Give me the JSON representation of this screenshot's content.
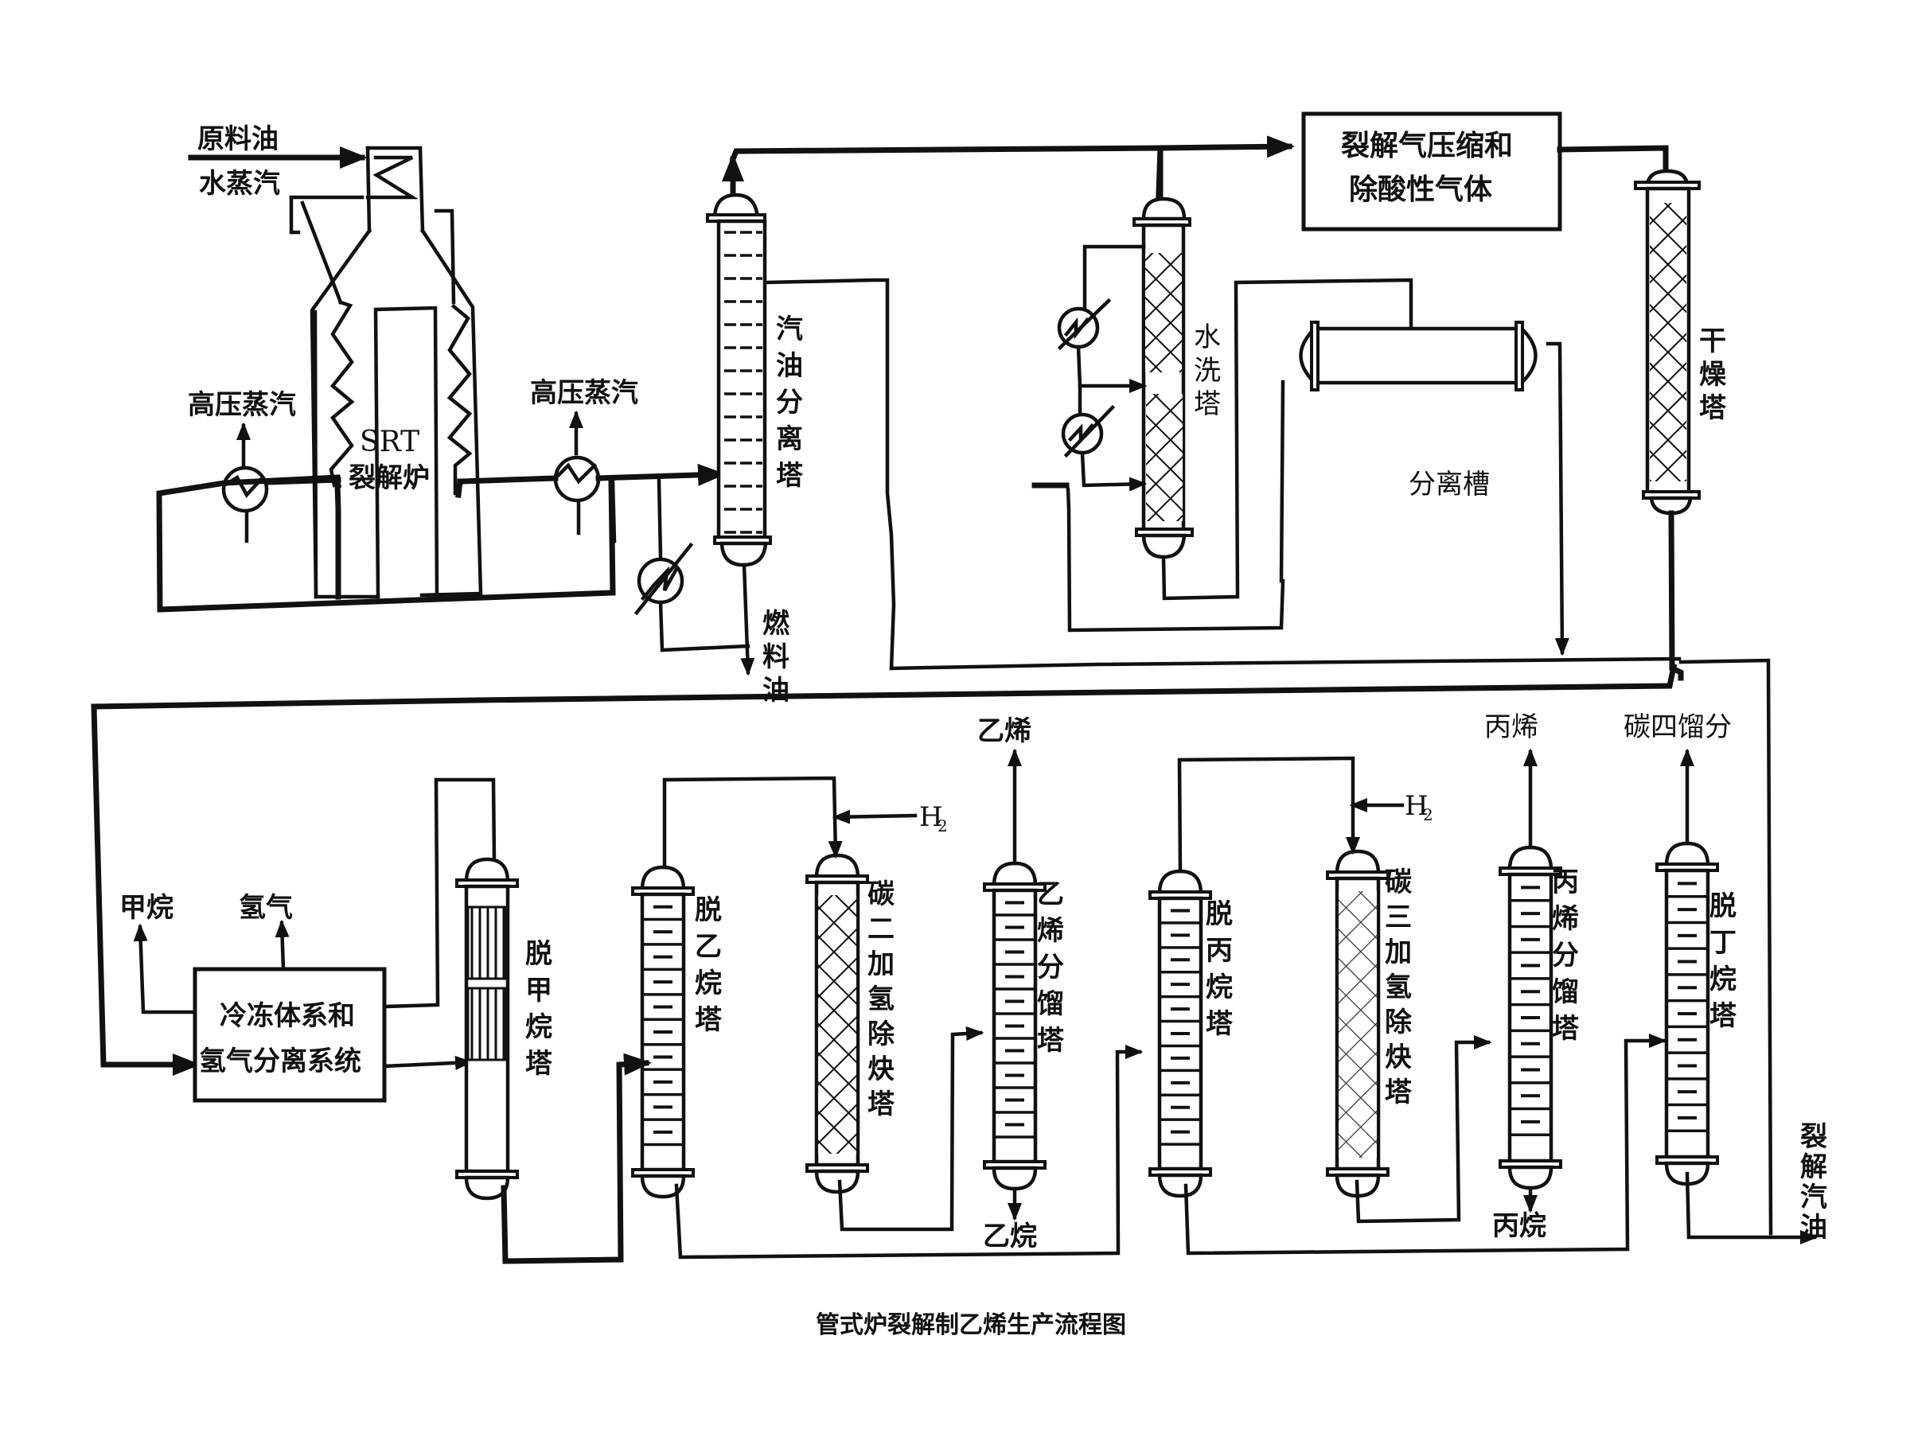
{
  "caption": "管式炉裂解制乙烯生产流程图",
  "inputs": {
    "feed_oil": "原料油",
    "steam": "水蒸汽"
  },
  "furnace": {
    "name_line1": "SRT",
    "name_line2": "裂解炉"
  },
  "hp_steam_left": "高压蒸汽",
  "hp_steam_right": "高压蒸汽",
  "gasoline_fractionator": {
    "label": [
      "汽",
      "油",
      "分",
      "离",
      "塔"
    ],
    "bottom_product": [
      "燃",
      "料",
      "油"
    ]
  },
  "compression_box": {
    "line1": "裂解气压缩和",
    "line2": "除酸性气体"
  },
  "water_quench_tower": {
    "label": [
      "水",
      "洗",
      "塔"
    ]
  },
  "separator_drum": {
    "label": "分离槽"
  },
  "dryer": {
    "label": [
      "干",
      "燥",
      "塔"
    ]
  },
  "cracked_gasoline": [
    "裂",
    "解",
    "汽",
    "油"
  ],
  "cold_box": {
    "line1": "冷冻体系和",
    "line2": "氢气分离系统",
    "outputs": {
      "methane": "甲烷",
      "hydrogen": "氢气"
    }
  },
  "columns": [
    {
      "id": "demethanizer",
      "label": [
        "脱",
        "甲",
        "烷",
        "塔"
      ]
    },
    {
      "id": "deethanizer",
      "label": [
        "脱",
        "乙",
        "烷",
        "塔"
      ]
    },
    {
      "id": "c2_hydrogenation",
      "label": [
        "碳",
        "二",
        "加",
        "氢",
        "除",
        "炔",
        "塔"
      ],
      "h2_main": "H",
      "h2_sub": "2"
    },
    {
      "id": "ethylene_fractionator",
      "label": [
        "乙",
        "烯",
        "分",
        "馏",
        "塔"
      ],
      "top_product": "乙烯",
      "bottom_product": "乙烷"
    },
    {
      "id": "depropanizer",
      "label": [
        "脱",
        "丙",
        "烷",
        "塔"
      ]
    },
    {
      "id": "c3_hydrogenation",
      "label": [
        "碳",
        "三",
        "加",
        "氢",
        "除",
        "炔",
        "塔"
      ],
      "h2_main": "H",
      "h2_sub": "2"
    },
    {
      "id": "propylene_fractionator",
      "label": [
        "丙",
        "烯",
        "分",
        "馏",
        "塔"
      ],
      "top_product": "丙烯",
      "bottom_product": "丙烷"
    },
    {
      "id": "debutanizer",
      "label": [
        "脱",
        "丁",
        "烷",
        "塔"
      ],
      "top_product": "碳四馏分"
    }
  ]
}
